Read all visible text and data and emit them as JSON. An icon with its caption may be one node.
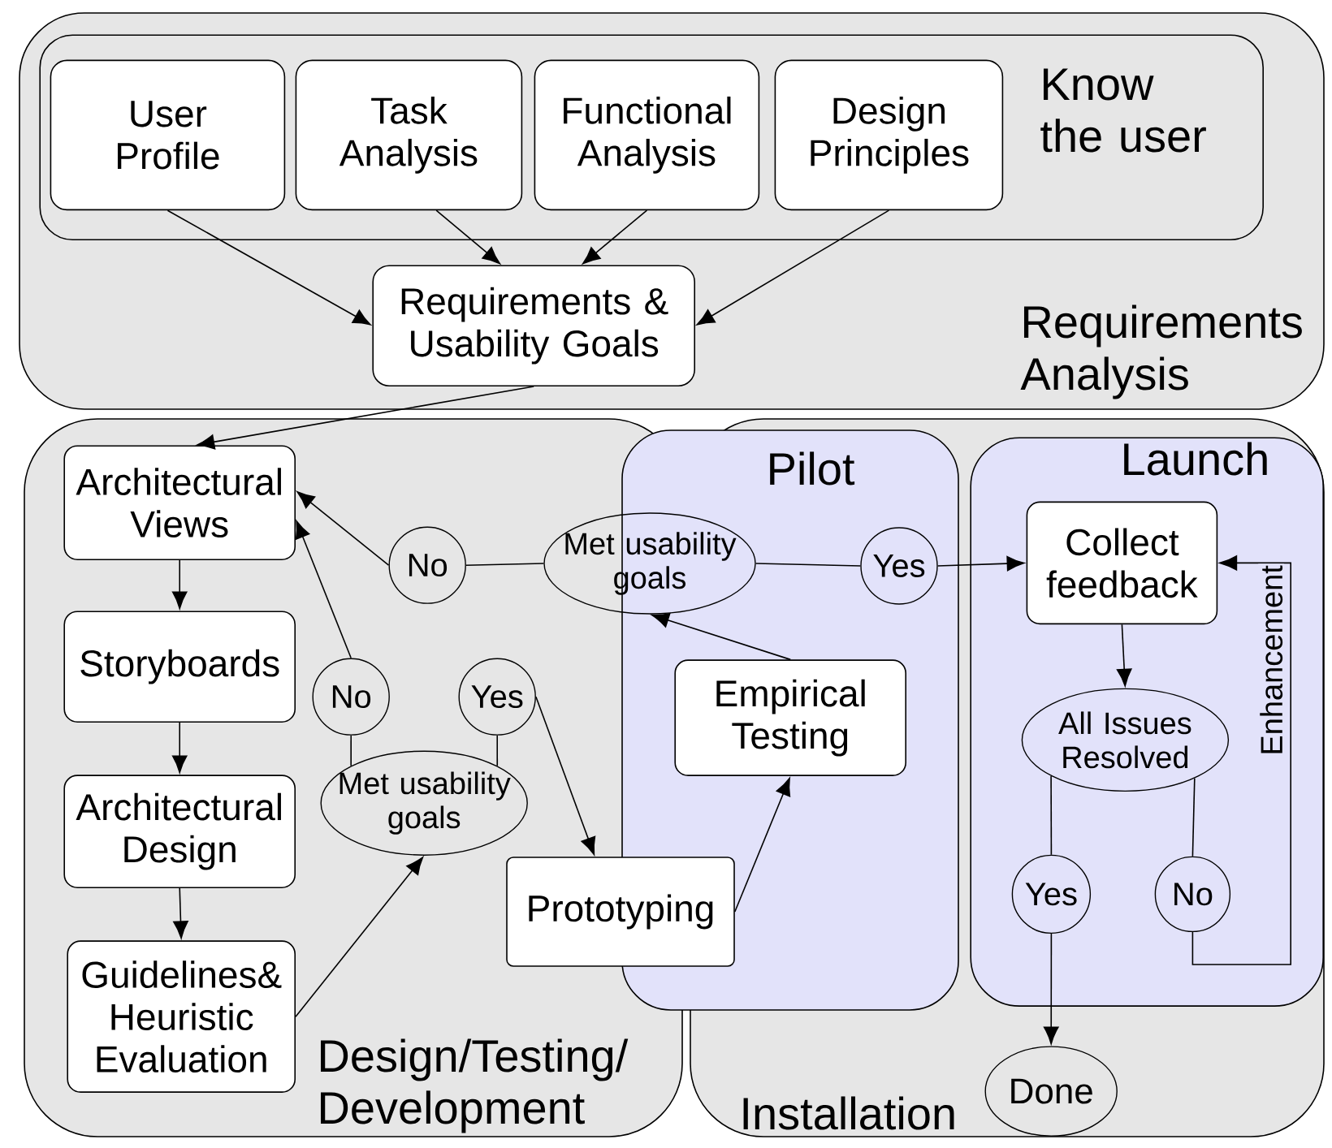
{
  "diagram": {
    "nodes": [
      {
        "text": [
          "Requirements Analysis"
        ]
      },
      {
        "text": [
          "Know the user"
        ],
        "in": 0
      },
      {
        "text": [
          "User Profile"
        ],
        "in": 1
      },
      {
        "text": [
          "Task Analysis"
        ],
        "in": 1
      },
      {
        "text": [
          "Functional Analysis"
        ],
        "in": 1
      },
      {
        "text": [
          "Design Principles"
        ],
        "in": 1
      },
      {
        "text": [
          "Requirements & Usability Goals"
        ],
        "in": 0
      },
      {
        "text": [
          "Design/Testing/ Development"
        ]
      },
      {
        "text": [
          "Architectural Views"
        ],
        "in": 7
      },
      {
        "text": [
          "Storyboards"
        ],
        "in": 7
      },
      {
        "text": [
          "Architectural Design"
        ],
        "in": 7
      },
      {
        "text": [
          "Guidelines& Heuristic Evaluation"
        ],
        "in": 7
      },
      {
        "text": [
          "No"
        ],
        "in": 7
      },
      {
        "text": [
          "No"
        ],
        "in": 7
      },
      {
        "text": [
          "Yes"
        ],
        "in": 7
      },
      {
        "text": [
          "Met usability goals"
        ],
        "in": 7
      },
      {
        "text": [
          "Prototyping"
        ]
      },
      {
        "text": [
          "Installation"
        ]
      },
      {
        "text": [
          "Pilot"
        ]
      },
      {
        "text": [
          "Met usability goals"
        ]
      },
      {
        "text": [
          "Yes"
        ]
      },
      {
        "text": [
          "Empirical Testing"
        ],
        "in": 18
      },
      {
        "text": [
          "Launch"
        ],
        "in": 17
      },
      {
        "text": [
          "Collect feedback"
        ],
        "in": 22
      },
      {
        "text": [
          "All Issues Resolved"
        ],
        "in": 22
      },
      {
        "text": [
          "Yes"
        ],
        "in": 22
      },
      {
        "text": [
          "No"
        ],
        "in": 22
      },
      {
        "text": [
          "Done"
        ],
        "in": 17
      }
    ],
    "edges": [
      {
        "from": 2,
        "to": 6,
        "arrow": "to"
      },
      {
        "from": 3,
        "to": 6,
        "arrow": "to"
      },
      {
        "from": 4,
        "to": 6,
        "arrow": "to"
      },
      {
        "from": 5,
        "to": 6,
        "arrow": "to"
      },
      {
        "from": 6,
        "to": 8,
        "arrow": "to"
      },
      {
        "from": 8,
        "to": 9,
        "arrow": "to"
      },
      {
        "from": 9,
        "to": 10,
        "arrow": "to"
      },
      {
        "from": 10,
        "to": 11,
        "arrow": "to"
      },
      {
        "from": 11,
        "to": 15,
        "arrow": "to"
      },
      {
        "from": 15,
        "to": 13,
        "arrow": "none"
      },
      {
        "from": 13,
        "to": 8,
        "arrow": "to"
      },
      {
        "from": 15,
        "to": 14,
        "arrow": "none"
      },
      {
        "from": 14,
        "to": 16,
        "arrow": "to"
      },
      {
        "from": 16,
        "to": 21,
        "arrow": "to"
      },
      {
        "from": 21,
        "to": 19,
        "arrow": "to"
      },
      {
        "from": 19,
        "to": 12,
        "arrow": "none"
      },
      {
        "from": 12,
        "to": 8,
        "arrow": "to"
      },
      {
        "from": 19,
        "to": 20,
        "arrow": "none"
      },
      {
        "from": 20,
        "to": 23,
        "arrow": "to"
      },
      {
        "from": 23,
        "to": 24,
        "arrow": "to"
      },
      {
        "from": 24,
        "to": 25,
        "arrow": "none"
      },
      {
        "from": 25,
        "to": 27,
        "arrow": "to"
      },
      {
        "from": 24,
        "to": 26,
        "arrow": "none"
      },
      {
        "from": 26,
        "to": 23,
        "arrow": "to",
        "label": "Enhancement"
      }
    ]
  }
}
